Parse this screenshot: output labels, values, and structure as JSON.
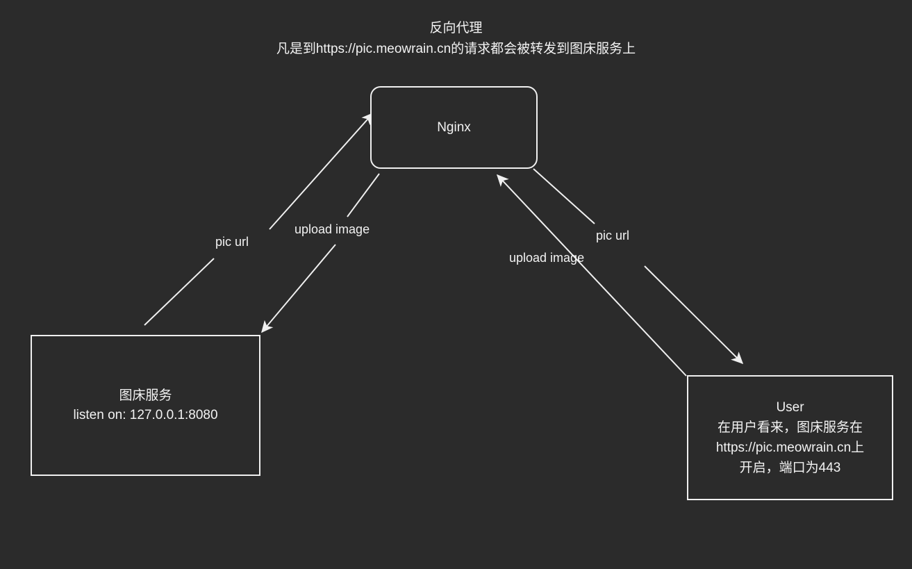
{
  "diagram": {
    "background_color": "#2b2b2b",
    "stroke_color": "#f0f0f0",
    "text_color": "#f2f2f2",
    "title": {
      "line1": "反向代理",
      "line2": "凡是到https://pic.meowrain.cn的请求都会被转发到图床服务上"
    },
    "nodes": [
      {
        "id": "nginx",
        "shape": "rounded-rectangle",
        "lines": [
          "Nginx"
        ]
      },
      {
        "id": "imagebed",
        "shape": "rectangle",
        "lines": [
          "图床服务",
          "listen on: 127.0.0.1:8080"
        ]
      },
      {
        "id": "user",
        "shape": "rectangle",
        "lines": [
          "User",
          "在用户看来，图床服务在",
          "https://pic.meowrain.cn上",
          "开启，端口为443"
        ]
      }
    ],
    "edges": [
      {
        "id": "imagebed-to-nginx",
        "label": "pic url",
        "from": "imagebed",
        "to": "nginx"
      },
      {
        "id": "nginx-to-imagebed",
        "label": "upload image",
        "from": "nginx",
        "to": "imagebed"
      },
      {
        "id": "nginx-to-user",
        "label": "pic url",
        "from": "nginx",
        "to": "user"
      },
      {
        "id": "user-to-nginx",
        "label": "upload image",
        "from": "user",
        "to": "nginx"
      }
    ]
  }
}
